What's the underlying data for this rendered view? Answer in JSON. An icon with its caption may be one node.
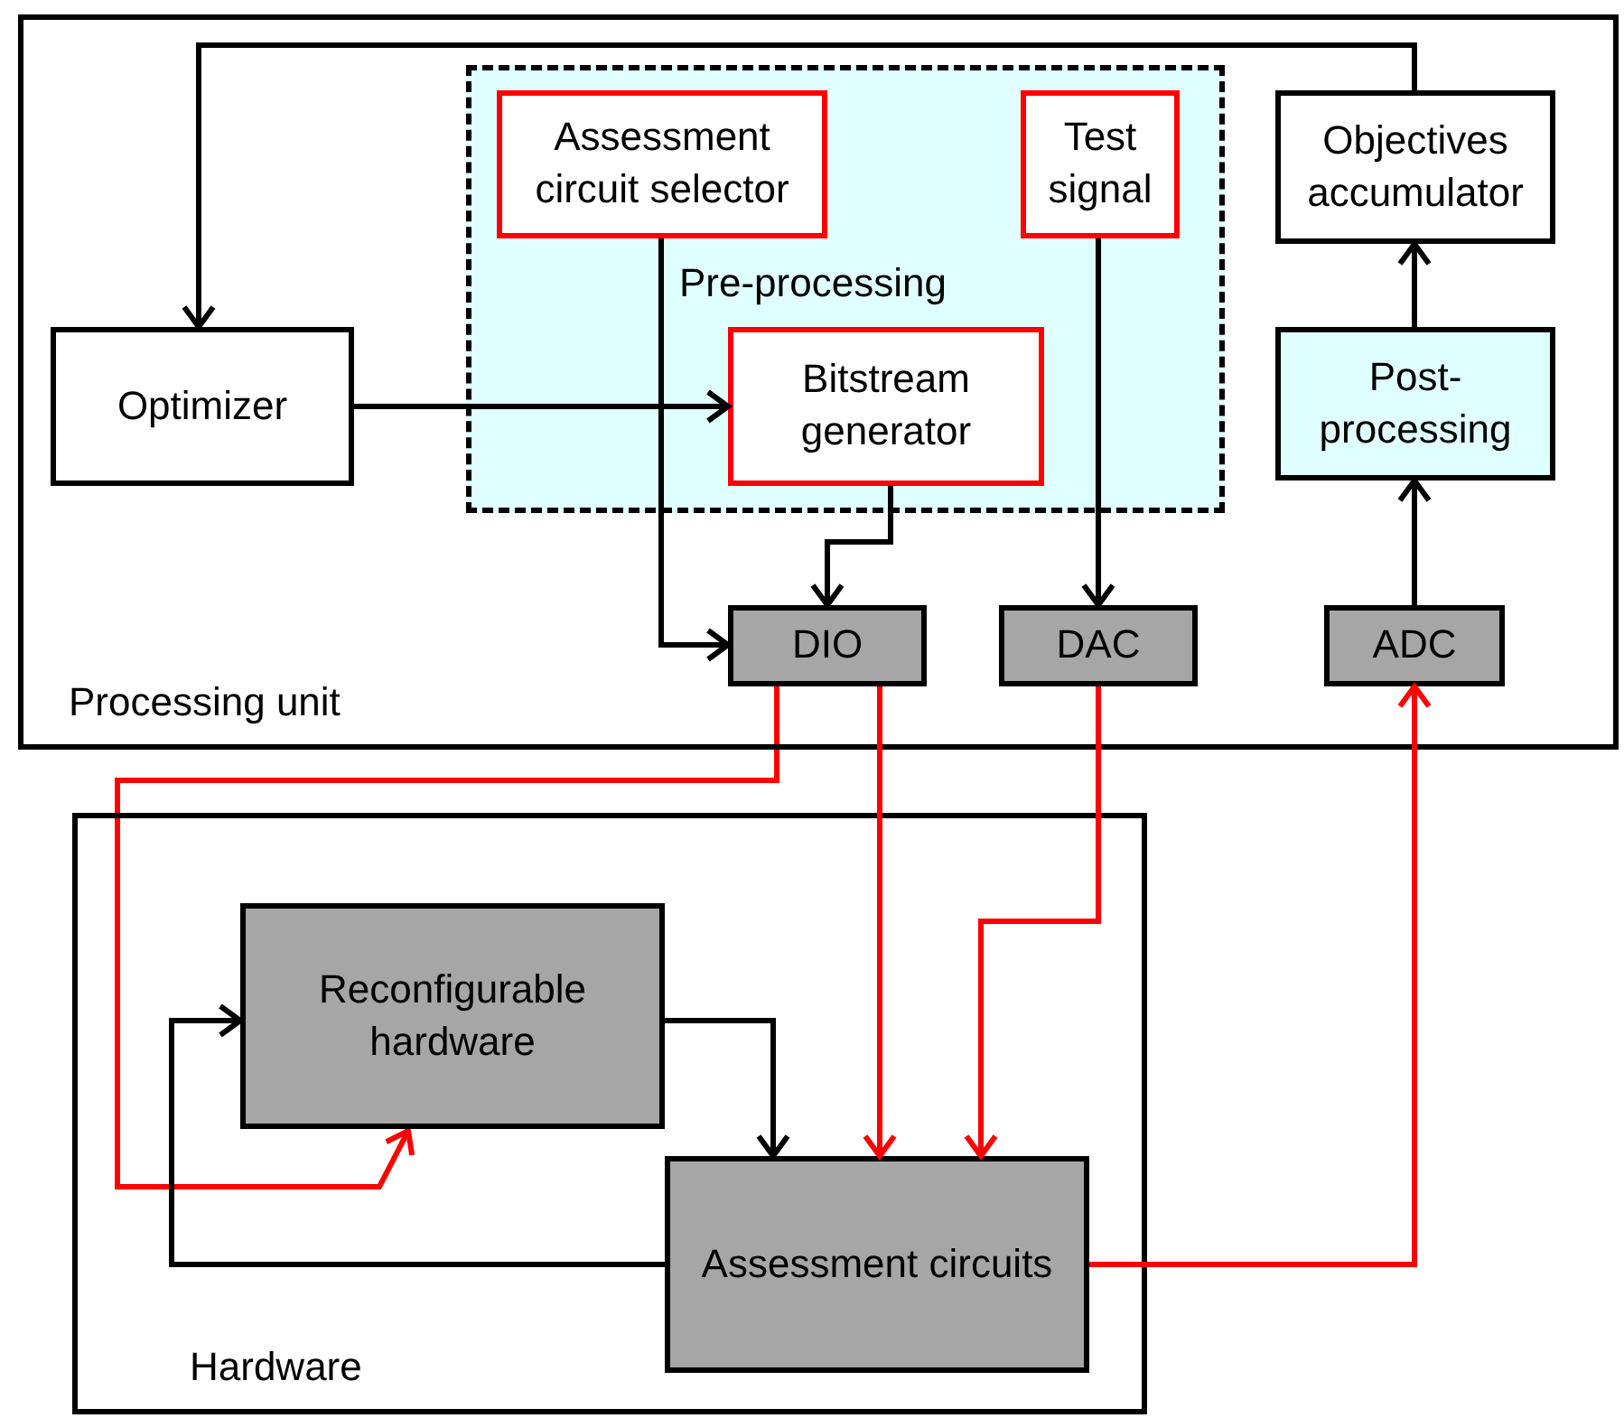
{
  "diagram": {
    "nodes": [
      {
        "text": [
          "Processing unit"
        ]
      },
      {
        "text": [
          "Pre-processing"
        ],
        "in": 0
      },
      {
        "text": [
          "Assessment circuit selector"
        ],
        "in": 1
      },
      {
        "text": [
          "Test signal"
        ],
        "in": 1
      },
      {
        "text": [
          "Bitstream generator"
        ],
        "in": 1
      },
      {
        "text": [
          "Objectives accumulator"
        ],
        "in": 0
      },
      {
        "text": [
          "Optimizer"
        ],
        "in": 0
      },
      {
        "text": [
          "Post-processing"
        ],
        "in": 0
      },
      {
        "text": [
          "DIO"
        ],
        "in": 0
      },
      {
        "text": [
          "DAC"
        ],
        "in": 0
      },
      {
        "text": [
          "ADC"
        ],
        "in": 0
      },
      {
        "text": [
          "Hardware"
        ]
      },
      {
        "text": [
          "Reconfigurable hardware"
        ],
        "in": 11
      },
      {
        "text": [
          "Assessment circuits"
        ],
        "in": 11
      }
    ],
    "edges": [
      {
        "from": 5,
        "to": 6,
        "arrow": "to"
      },
      {
        "from": 6,
        "to": 4,
        "arrow": "to"
      },
      {
        "from": 2,
        "to": 8,
        "arrow": "to"
      },
      {
        "from": 4,
        "to": 8,
        "arrow": "to"
      },
      {
        "from": 3,
        "to": 9,
        "arrow": "to"
      },
      {
        "from": 10,
        "to": 7,
        "arrow": "to"
      },
      {
        "from": 7,
        "to": 5,
        "arrow": "to"
      },
      {
        "from": 8,
        "to": 12,
        "arrow": "to",
        "color": "#ff0000"
      },
      {
        "from": 8,
        "to": 13,
        "arrow": "to",
        "color": "#ff0000"
      },
      {
        "from": 9,
        "to": 13,
        "arrow": "to",
        "color": "#ff0000"
      },
      {
        "from": 13,
        "to": 10,
        "arrow": "to",
        "color": "#ff0000"
      },
      {
        "from": 12,
        "to": 13,
        "arrow": "to"
      },
      {
        "from": 13,
        "to": 12,
        "arrow": "to"
      }
    ]
  }
}
